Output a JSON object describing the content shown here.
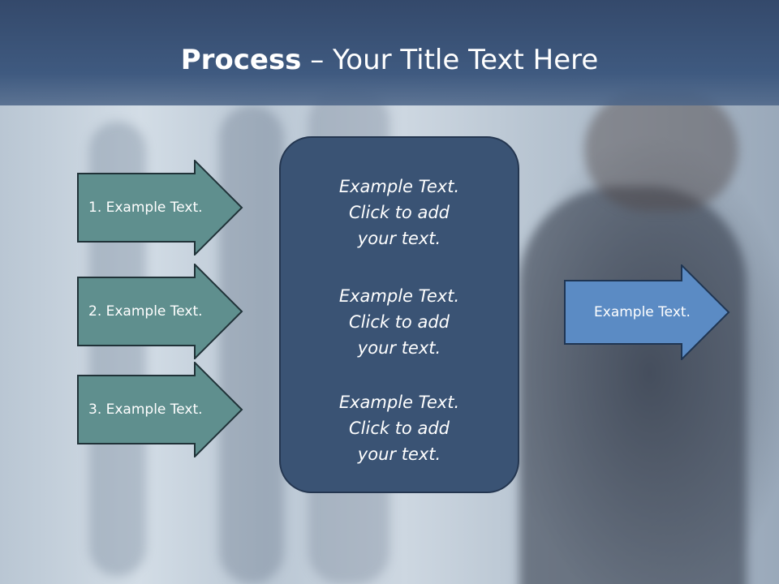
{
  "slide": {
    "title_bold": "Process",
    "title_rest": " – Your Title Text Here"
  },
  "left_arrows": [
    {
      "label": "1. Example Text."
    },
    {
      "label": "2. Example Text."
    },
    {
      "label": "3. Example Text."
    }
  ],
  "center_panel": {
    "paragraphs": [
      {
        "text": "Example Text.\nClick  to add\nyour text."
      },
      {
        "text": "Example Text.\nClick  to add\nyour text."
      },
      {
        "text": "Example Text.\nClick  to add\nyour text."
      }
    ]
  },
  "right_arrow": {
    "label": "Example Text."
  },
  "colors": {
    "header": "#3f5a80",
    "left_arrow_fill": "#5f8f8e",
    "center_panel_fill": "#3a5374",
    "right_arrow_fill": "#5b8bc4"
  }
}
